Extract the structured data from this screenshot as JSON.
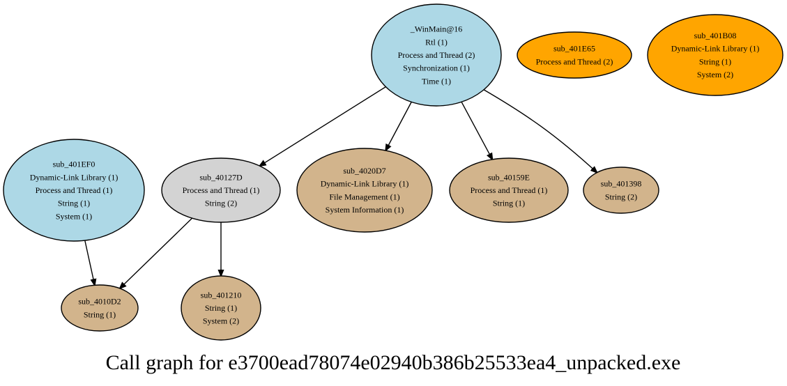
{
  "caption": "Call graph for e3700ead78074e02940b386b25533ea4_unpacked.exe",
  "colors": {
    "blue": "#add8e6",
    "gray": "#d3d3d3",
    "tan": "#d2b48c",
    "orange": "#ffa500"
  },
  "nodes": [
    {
      "id": "winmain",
      "color": "blue",
      "lines": [
        "_WinMain@16",
        "Rtl (1)",
        "Process and Thread (2)",
        "Synchronization (1)",
        "Time (1)"
      ]
    },
    {
      "id": "sub_401E65",
      "color": "orange",
      "lines": [
        "sub_401E65",
        "Process and Thread (2)"
      ]
    },
    {
      "id": "sub_401B08",
      "color": "orange",
      "lines": [
        "sub_401B08",
        "Dynamic-Link Library (1)",
        "String (1)",
        "System (2)"
      ]
    },
    {
      "id": "sub_401EF0",
      "color": "blue",
      "lines": [
        "sub_401EF0",
        "Dynamic-Link Library (1)",
        "Process and Thread (1)",
        "String (1)",
        "System (1)"
      ]
    },
    {
      "id": "sub_40127D",
      "color": "gray",
      "lines": [
        "sub_40127D",
        "Process and Thread (1)",
        "String (2)"
      ]
    },
    {
      "id": "sub_4020D7",
      "color": "tan",
      "lines": [
        "sub_4020D7",
        "Dynamic-Link Library (1)",
        "File Management (1)",
        "System Information (1)"
      ]
    },
    {
      "id": "sub_40159E",
      "color": "tan",
      "lines": [
        "sub_40159E",
        "Process and Thread (1)",
        "String (1)"
      ]
    },
    {
      "id": "sub_401398",
      "color": "tan",
      "lines": [
        "sub_401398",
        "String (2)"
      ]
    },
    {
      "id": "sub_4010D2",
      "color": "tan",
      "lines": [
        "sub_4010D2",
        "String (1)"
      ]
    },
    {
      "id": "sub_401210",
      "color": "tan",
      "lines": [
        "sub_401210",
        "String (1)",
        "System (2)"
      ]
    }
  ],
  "edges": [
    {
      "from": "winmain",
      "to": "sub_40127D"
    },
    {
      "from": "winmain",
      "to": "sub_4020D7"
    },
    {
      "from": "winmain",
      "to": "sub_40159E"
    },
    {
      "from": "winmain",
      "to": "sub_401398"
    },
    {
      "from": "sub_401EF0",
      "to": "sub_4010D2"
    },
    {
      "from": "sub_40127D",
      "to": "sub_4010D2"
    },
    {
      "from": "sub_40127D",
      "to": "sub_401210"
    }
  ]
}
